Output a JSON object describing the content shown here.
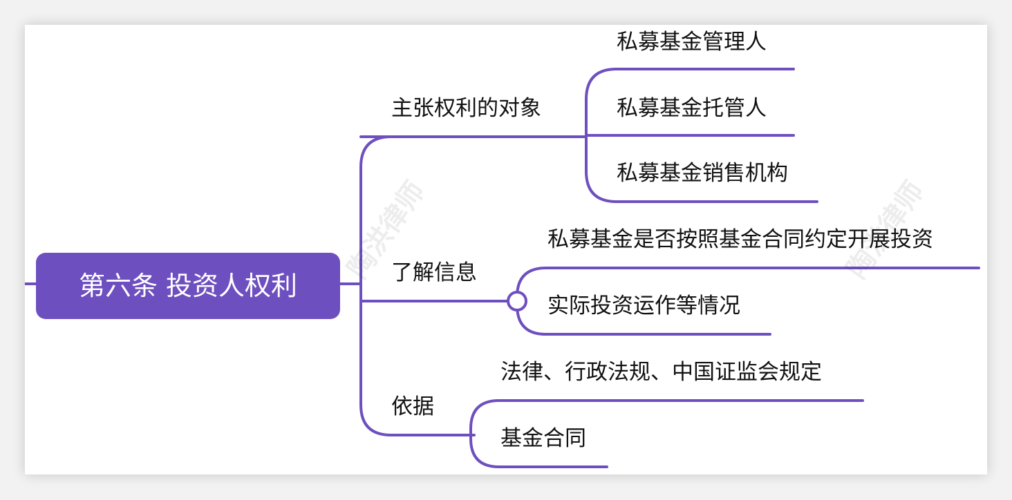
{
  "root": {
    "label": "第六条 投资人权利"
  },
  "branches": [
    {
      "label": "主张权利的对象",
      "children": [
        "私募基金管理人",
        "私募基金托管人",
        "私募基金销售机构"
      ]
    },
    {
      "label": "了解信息",
      "children": [
        "私募基金是否按照基金合同约定开展投资",
        "实际投资运作等情况"
      ]
    },
    {
      "label": "依据",
      "children": [
        "法律、行政法规、中国证监会规定",
        "基金合同"
      ]
    }
  ],
  "watermark": "陶洪律师",
  "colors": {
    "accent": "#6e4fbf",
    "line": "#6e4fbf",
    "background": "#ffffff"
  }
}
